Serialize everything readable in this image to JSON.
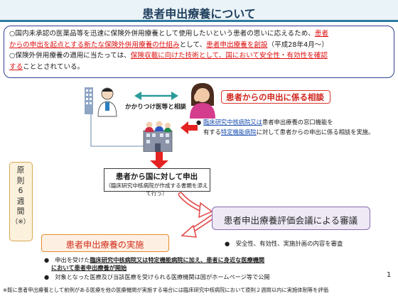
{
  "title": "患者申出療養について",
  "intro": {
    "line1_part1": "○国内未承認の医薬品等を迅速に保険外併用療養として使用したいという患者の思いに応えるため、",
    "line1_red": "患者",
    "line2_red1": "からの申出を起点とする新たな保険外併用療養の仕組み",
    "line2_part2": "として、",
    "line2_red2": "患者申出療養を創設",
    "line2_part3": "（平成28年4月～）",
    "line3_part1": "○保険外併用療養の適用に当たっては、",
    "line3_red": "保険収載に向けた技術として、国において安全性・有効性を確認",
    "line4_red": "する",
    "line4_part2": "こととされている。"
  },
  "flow": {
    "doctor_label": "かかりつけ医等と相談",
    "consult_title": "患者からの申出に係る相談",
    "consult_bullet": "●",
    "consult_note_link1": "臨床研究中核病院又は",
    "consult_note_part1": "患者申出療養の窓口機能を",
    "consult_note_part2": "有する",
    "consult_note_link2": "特定機能病院",
    "consult_note_part3": "に対して患者からの申出に係る相談を実施。",
    "apply_title": "患者から国に対して申出",
    "apply_sub": "（臨床研究中核病院が作成する書類を添えて行う）",
    "side_lines": [
      "原",
      "則",
      "6",
      "週",
      "間",
      "（※）"
    ],
    "review_title": "患者申出療養評価会議による審議",
    "review_note": "●　安全性、有効性、実施計画の内容を審査",
    "impl_title": "患者申出療養の実施",
    "impl_note1_part1": "●　申出を受けた",
    "impl_note1_ul": "臨床研究中核病院又は特定機能病院に加え、患者に身近な医療機関",
    "impl_note1_ul2": "において患者申出療養が開始",
    "impl_note2": "●　対象となった医療及び当該医療を受けられる医療機関は国がホームページ等で公開"
  },
  "page_number": "1",
  "footnote": "※既に患者申出療養として前例がある医療を他の医療機関が実施する場合には臨床研究中核病院において原則２週間以内に実施体制等を評価"
}
